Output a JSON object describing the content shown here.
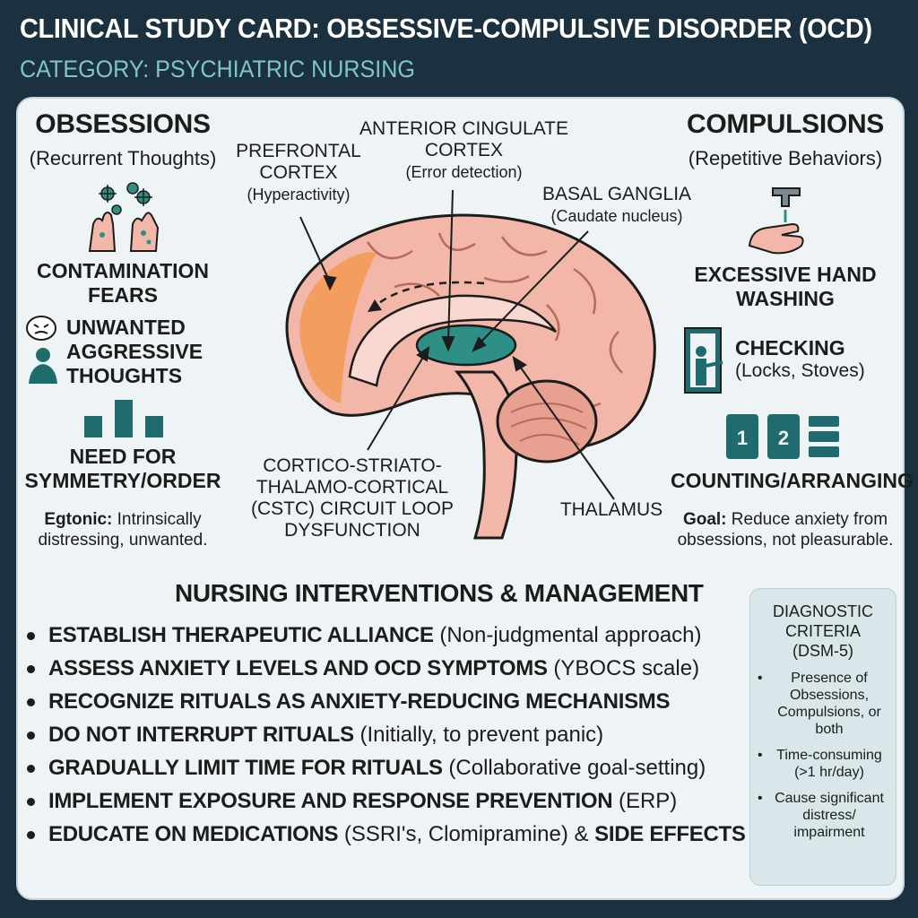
{
  "header": {
    "title": "CLINICAL STUDY CARD: OBSESSIVE-COMPULSIVE DISORDER (OCD)",
    "category": "CATEGORY: PSYCHIATRIC NURSING"
  },
  "obsessions": {
    "title": "OBSESSIONS",
    "subtitle": "(Recurrent Thoughts)",
    "items": [
      {
        "line1": "CONTAMINATION",
        "line2": "FEARS",
        "icon": "germ-hands-icon"
      },
      {
        "line1": "UNWANTED",
        "line2": "AGGRESSIVE",
        "line3": "THOUGHTS",
        "icon": "angry-thought-icon"
      },
      {
        "line1": "NEED FOR",
        "line2": "SYMMETRY/ORDER",
        "icon": "symmetry-blocks-icon"
      }
    ],
    "note_bold": "Egtonic:",
    "note_line1": " Intrinsically",
    "note_line2": "distressing, unwanted."
  },
  "brain": {
    "prefrontal": {
      "line1": "PREFRONTAL",
      "line2": "CORTEX",
      "line3": "(Hyperactivity)"
    },
    "acc": {
      "line1": "ANTERIOR CINGULATE",
      "line2": "CORTEX",
      "line3": "(Error detection)"
    },
    "basal": {
      "line1": "BASAL GANGLIA",
      "line2": "(Caudate nucleus)"
    },
    "cstc": {
      "line1": "CORTICO-STRIATO-",
      "line2": "THALAMO-CORTICAL",
      "line3": "(CSTC) CIRCUIT LOOP",
      "line4": "DYSFUNCTION"
    },
    "thalamus": "THALAMUS"
  },
  "compulsions": {
    "title": "COMPULSIONS",
    "subtitle": "(Repetitive Behaviors)",
    "items": [
      {
        "line1": "EXCESSIVE HAND",
        "line2": "WASHING",
        "icon": "faucet-hands-icon"
      },
      {
        "line1": "CHECKING",
        "line2": "(Locks, Stoves)",
        "icon": "door-check-icon"
      },
      {
        "line1": "COUNTING/ARRANGING",
        "icon": "counting-icon",
        "num1": "1",
        "num2": "2"
      }
    ],
    "note_bold": "Goal:",
    "note_line1": " Reduce anxiety from",
    "note_line2": "obsessions, not pleasurable."
  },
  "interventions": {
    "title": "NURSING INTERVENTIONS & MANAGEMENT",
    "items": [
      {
        "bold": "ESTABLISH THERAPEUTIC ALLIANCE",
        "rest": " (Non-judgmental approach)"
      },
      {
        "bold": "ASSESS ANXIETY LEVELS AND OCD SYMPTOMS",
        "rest": " (YBOCS scale)"
      },
      {
        "bold": "RECOGNIZE RITUALS AS ANXIETY-REDUCING MECHANISMS",
        "rest": ""
      },
      {
        "bold": "DO NOT INTERRUPT RITUALS",
        "rest": " (Initially, to prevent panic)"
      },
      {
        "bold": "GRADUALLY LIMIT TIME FOR RITUALS",
        "rest": " (Collaborative goal-setting)"
      },
      {
        "bold": "IMPLEMENT EXPOSURE AND RESPONSE PREVENTION",
        "rest": " (ERP)"
      },
      {
        "bold": "EDUCATE ON MEDICATIONS",
        "mid": " (SSRI's, Clomipramine) & ",
        "bold2": "SIDE EFFECTS"
      }
    ]
  },
  "diagnostic": {
    "title_line1": "DIAGNOSTIC",
    "title_line2": "CRITERIA",
    "title_line3": "(DSM-5)",
    "items": [
      "Presence of Obsessions, Compulsions, or both",
      "Time-consuming (>1 hr/day)",
      "Cause significant distress/ impairment"
    ]
  },
  "colors": {
    "background": "#1b3140",
    "card": "#eef4f6",
    "accent_teal": "#1f6b6e",
    "prefrontal_orange": "#f39a55",
    "brain_pink": "#f2b7a8",
    "basal_teal": "#2e8f86",
    "subtitle_teal": "#7ec6c8"
  }
}
